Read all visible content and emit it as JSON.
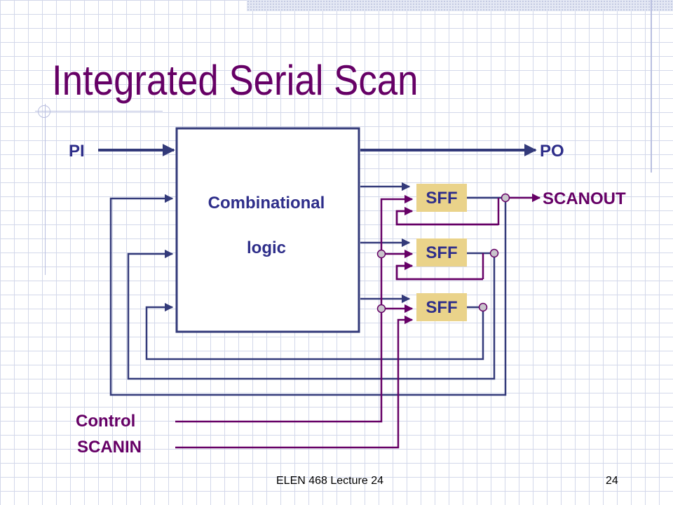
{
  "slide": {
    "title": "Integrated Serial Scan",
    "footer_text": "ELEN 468 Lecture 24",
    "page_number": "24"
  },
  "diagram": {
    "logic_block_line1": "Combinational",
    "logic_block_line2": "logic",
    "input_label": "PI",
    "output_label": "PO",
    "flip_flops": [
      "SFF",
      "SFF",
      "SFF"
    ],
    "scan_out_label": "SCANOUT",
    "control_label": "Control",
    "scan_in_label": "SCANIN"
  },
  "colors": {
    "title": "#660066",
    "wire_blue": "#333a7a",
    "wire_purple": "#660066",
    "label_navy": "#2e2e8a",
    "sff_fill": "#ead38a",
    "junction": "#c9c5cc"
  }
}
